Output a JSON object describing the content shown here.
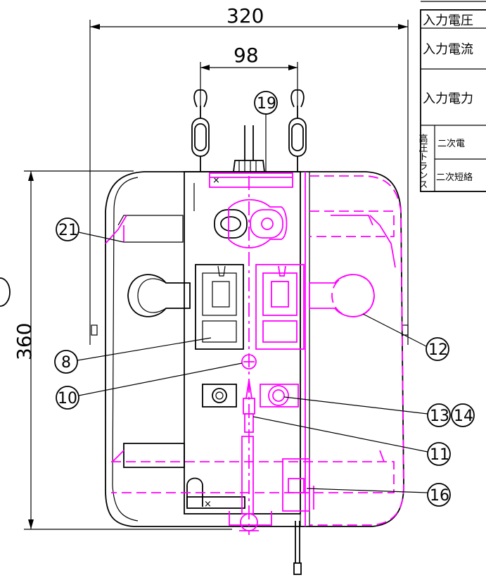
{
  "dimensions": {
    "width_total": "320",
    "width_hangers": "98",
    "height_total": "360"
  },
  "spec_table": {
    "row1": "入力電圧",
    "row2": "入力電流",
    "row3": "入力電力",
    "transformer_label": "高圧トランス",
    "sub_row1": "二次電",
    "sub_row2": "二次短絡"
  },
  "callouts": {
    "c8": "8",
    "c10": "10",
    "c11": "11",
    "c12": "12",
    "c13": "13",
    "c14": "14",
    "c16": "16",
    "c19": "19",
    "c21": "21"
  },
  "colors": {
    "outline": "#000000",
    "hidden_parts": "#ff00ff"
  }
}
